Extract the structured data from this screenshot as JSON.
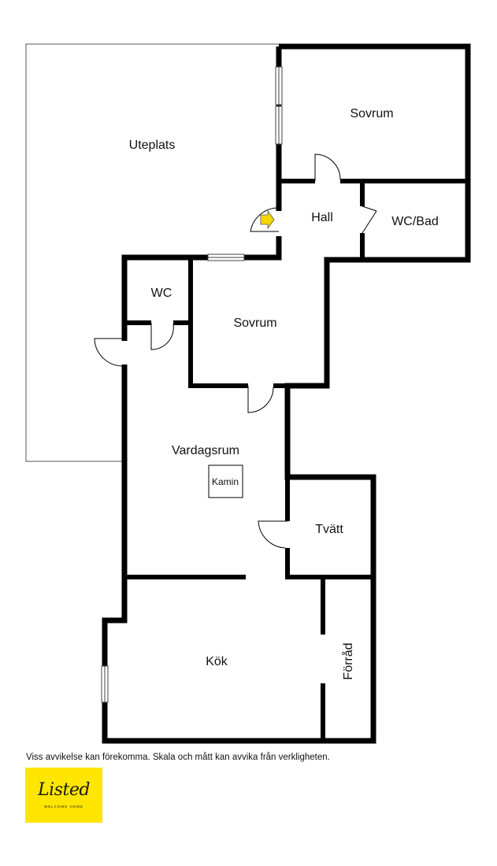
{
  "rooms": {
    "uteplats": "Uteplats",
    "sovrum_top": "Sovrum",
    "hall": "Hall",
    "wc_bad": "WC/Bad",
    "wc": "WC",
    "sovrum_middle": "Sovrum",
    "vardagsrum": "Vardagsrum",
    "kamin": "Kamin",
    "tvatt": "Tvätt",
    "kok": "Kök",
    "forrad": "Förråd"
  },
  "disclaimer": "Viss avvikelse kan förekomma. Skala och mått kan avvika från verkligheten.",
  "logo": {
    "word": "Listed",
    "tagline": "WELCOME HOME",
    "background_color": "#ffe600"
  },
  "colors": {
    "wall": "#000000",
    "entrance_arrow": "#f5d800"
  },
  "icons": {
    "entrance": "entrance-arrow-icon"
  }
}
